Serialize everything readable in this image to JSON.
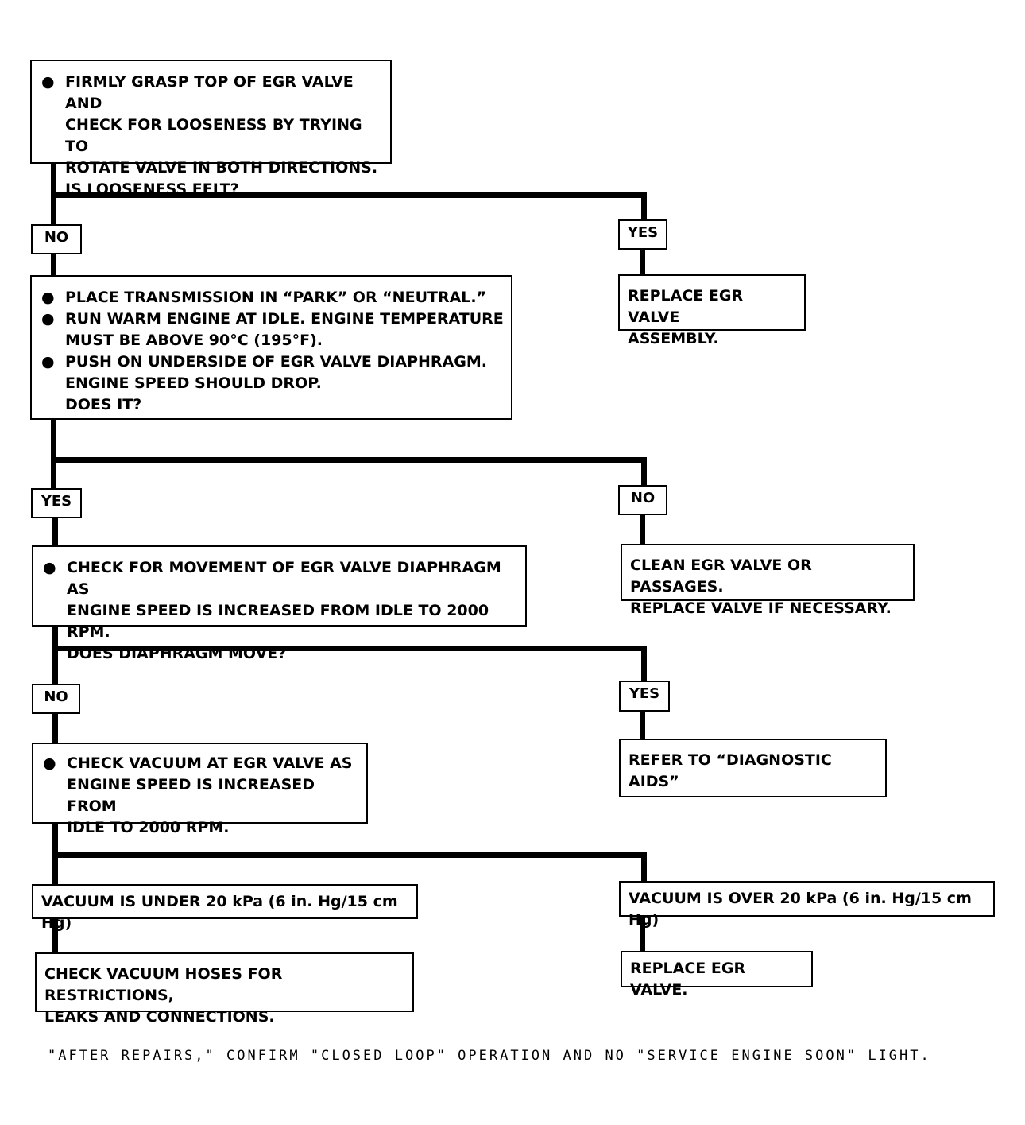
{
  "nodes": {
    "step1": {
      "items": [
        "FIRMLY GRASP TOP OF EGR VALVE AND\nCHECK FOR LOOSENESS BY TRYING TO\nROTATE VALVE IN BOTH DIRECTIONS.\nIS LOOSENESS FELT?"
      ]
    },
    "step1_yes_result": "REPLACE EGR VALVE\nASSEMBLY.",
    "step2": {
      "items": [
        "PLACE TRANSMISSION IN “PARK” OR “NEUTRAL.”",
        "RUN WARM ENGINE AT IDLE.  ENGINE TEMPERATURE\nMUST BE ABOVE 90°C (195°F).",
        "PUSH ON UNDERSIDE OF EGR VALVE DIAPHRAGM.\nENGINE SPEED SHOULD DROP.\nDOES IT?"
      ]
    },
    "step2_no_result": "CLEAN EGR VALVE OR PASSAGES.\nREPLACE VALVE IF NECESSARY.",
    "step3": {
      "items": [
        "CHECK FOR MOVEMENT OF EGR VALVE DIAPHRAGM AS\nENGINE SPEED IS INCREASED FROM IDLE TO 2000 RPM.\nDOES DIAPHRAGM MOVE?"
      ]
    },
    "step3_yes_result": "REFER TO “DIAGNOSTIC AIDS”",
    "step4": {
      "items": [
        "CHECK VACUUM AT EGR VALVE AS\nENGINE SPEED IS INCREASED FROM\nIDLE TO 2000 RPM."
      ]
    },
    "vacuum_under": "VACUUM IS UNDER 20 kPa (6 in. Hg/15 cm Hg)",
    "vacuum_under_result": "CHECK VACUUM HOSES FOR RESTRICTIONS,\nLEAKS AND CONNECTIONS.",
    "vacuum_over": "VACUUM IS OVER 20 kPa (6 in. Hg/15 cm Hg)",
    "vacuum_over_result": "REPLACE EGR VALVE."
  },
  "labels": {
    "b1_left": "NO",
    "b1_right": "YES",
    "b2_left": "YES",
    "b2_right": "NO",
    "b3_left": "NO",
    "b3_right": "YES"
  },
  "bullet_glyph": "●",
  "footer": "\"AFTER REPAIRS,\" CONFIRM \"CLOSED LOOP\" OPERATION AND NO \"SERVICE ENGINE SOON\" LIGHT."
}
